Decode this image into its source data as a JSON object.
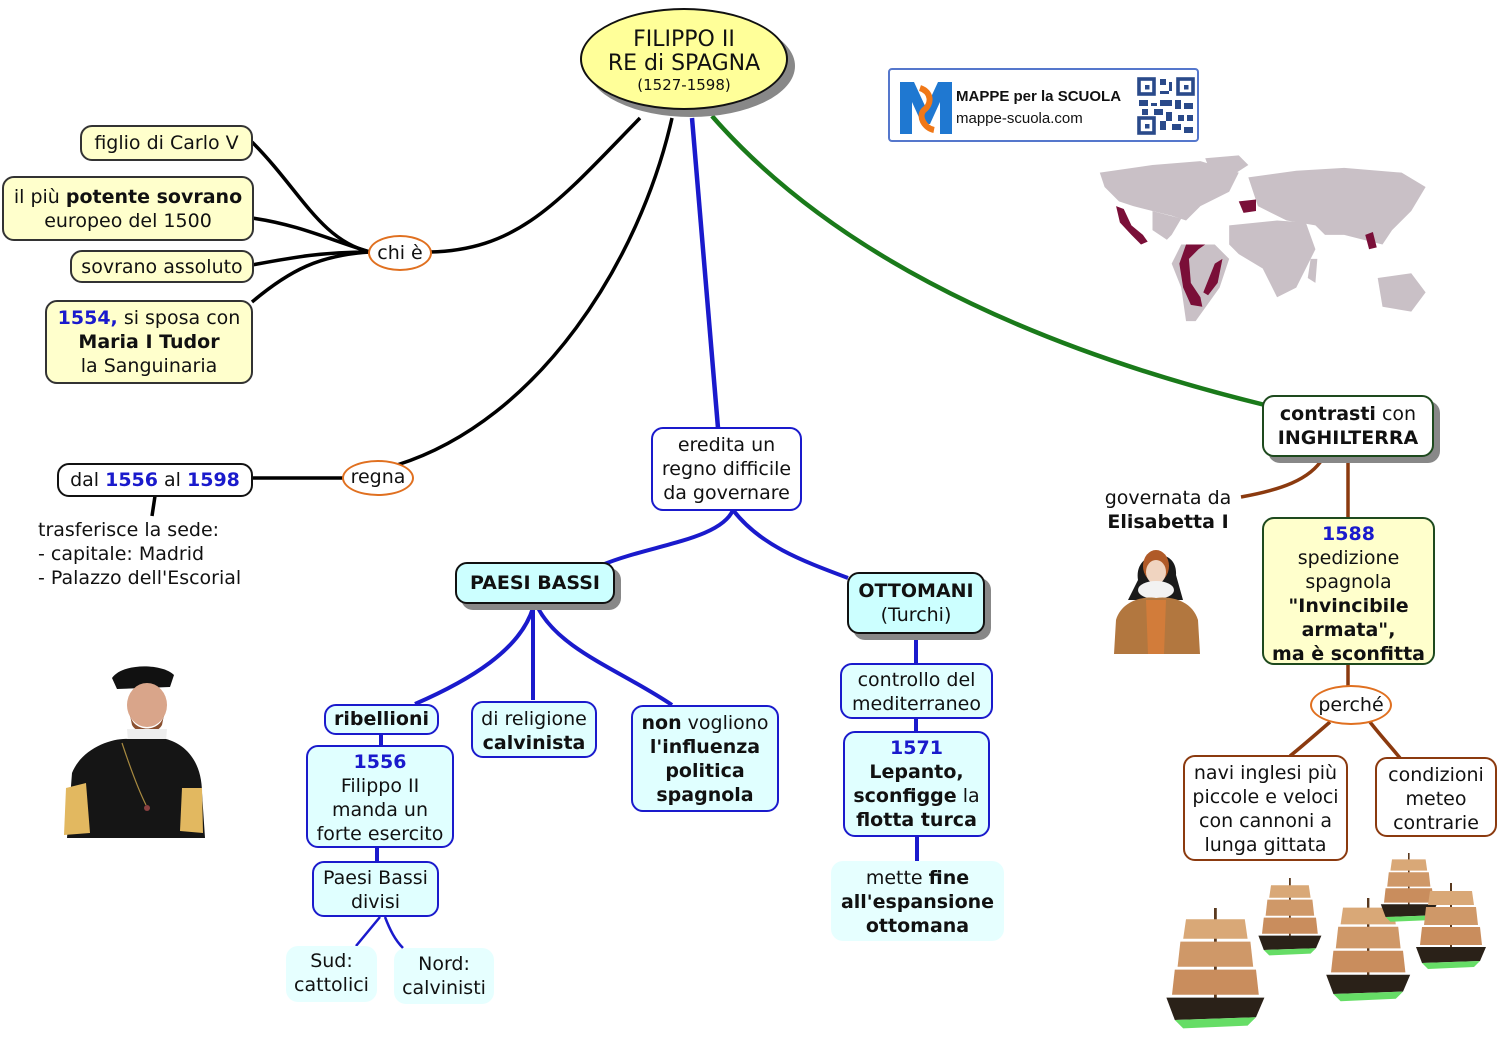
{
  "root": {
    "line1": "FILIPPO II",
    "line2": "RE di SPAGNA",
    "line3": "(1527-1598)"
  },
  "logo": {
    "title": "MAPPE per la SCUOLA",
    "url": "mappe-scuola.com",
    "icon": "mappe-logo-icon",
    "qr": "qr-code-icon"
  },
  "colors": {
    "black_link": "#000000",
    "blue_link": "#1a1acc",
    "green_link": "#1a7a1a",
    "brown_link": "#8b3a0f",
    "oval_border": "#e07020",
    "node_yellow": "#ffffcc",
    "node_cyan": "#ccffff",
    "year_blue": "#1a1acc"
  },
  "chi_e": {
    "label": "chi è",
    "items": [
      {
        "parts": [
          {
            "t": "figlio di Carlo V",
            "s": ""
          }
        ]
      },
      {
        "parts": [
          {
            "t": "il più ",
            "s": ""
          },
          {
            "t": "potente sovrano",
            "s": "b"
          },
          {
            "t": "europeo del 1500",
            "s": "br"
          }
        ]
      },
      {
        "parts": [
          {
            "t": "sovrano assoluto",
            "s": ""
          }
        ]
      },
      {
        "parts": [
          {
            "t": "1554,",
            "s": "blue"
          },
          {
            "t": " si sposa con",
            "s": ""
          },
          {
            "t": "Maria I Tudor",
            "s": "b br"
          },
          {
            "t": "la Sanguinaria",
            "s": "br"
          }
        ]
      }
    ]
  },
  "regna": {
    "label": "regna",
    "period": {
      "pre": "dal ",
      "from": "1556",
      "mid": " al ",
      "to": "1598"
    },
    "note": [
      "trasferisce la sede:",
      "- capitale: Madrid",
      "- Palazzo dell'Escorial"
    ]
  },
  "eredita": {
    "lines": [
      "eredita un",
      "regno difficile",
      "da governare"
    ]
  },
  "paesi_bassi": {
    "title": "PAESI BASSI",
    "ribellioni": "ribellioni",
    "esercito": {
      "year": "1556",
      "lines": [
        "Filippo II",
        "manda un",
        "forte esercito"
      ]
    },
    "divisi": {
      "lines": [
        "Paesi Bassi",
        "divisi"
      ]
    },
    "sud": {
      "lines": [
        "Sud:",
        "cattolici"
      ]
    },
    "nord": {
      "lines": [
        "Nord:",
        "calvinisti"
      ]
    },
    "religione": {
      "line1": "di religione",
      "line2": "calvinista"
    },
    "influenza": {
      "bold1": "non",
      "rest1": " vogliono",
      "lines": [
        "l'influenza",
        "politica",
        "spagnola"
      ]
    }
  },
  "ottomani": {
    "title": "OTTOMANI",
    "subtitle": "(Turchi)",
    "controllo": {
      "lines": [
        "controllo del",
        "mediterraneo"
      ]
    },
    "lepanto": {
      "year": "1571",
      "l1": "Lepanto,",
      "l2b": "sconfigge",
      "l2": " la",
      "l3": "flotta turca"
    },
    "fine": {
      "pre": "mette ",
      "b1": "fine",
      "l2": "all'espansione",
      "l3": "ottomana"
    }
  },
  "inghilterra": {
    "title_bold": "contrasti",
    "title_rest": " con",
    "title2": "INGHILTERRA",
    "governata": {
      "line1": "governata da",
      "line2": "Elisabetta I"
    },
    "armata": {
      "year": "1588",
      "lines": [
        "spedizione",
        "spagnola"
      ],
      "bold": [
        "\"Invincibile",
        "armata\",",
        "ma è sconfitta"
      ]
    },
    "perche": "perché",
    "navi": {
      "lines": [
        "navi inglesi più",
        "piccole e veloci",
        "con cannoni a",
        "lunga gittata"
      ]
    },
    "meteo": {
      "lines": [
        "condizioni",
        "meteo",
        "contrarie"
      ]
    }
  },
  "images": {
    "world_map": "world-map-spanish-empire",
    "portrait_filippo": "portrait-filippo-ii",
    "portrait_elisabetta": "portrait-elisabetta-i",
    "ships": "spanish-armada-ships"
  }
}
